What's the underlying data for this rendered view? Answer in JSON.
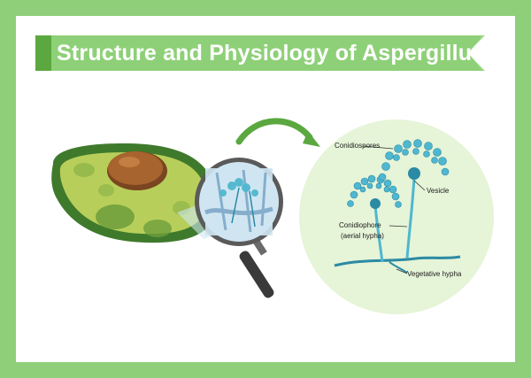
{
  "title": "Structure and Physiology of Aspergillus",
  "labels": {
    "conidiospores": "Conidiospores",
    "vesicle": "Vesicle",
    "conidiophore": "Conidiophore",
    "conidiophore_sub": "(aerial hypha)",
    "vegetative_hypha": "Vegetative hypha"
  },
  "colors": {
    "frame": "#8fcf7a",
    "banner_dark": "#5aa83f",
    "banner_light": "#9fd98a",
    "fungus": "#4fb7cf",
    "fungus_dark": "#2b8aa4",
    "circle_bg": "#e6f4d8",
    "avocado_skin": "#3f7a2c",
    "avocado_flesh": "#b7cf5a",
    "seed": "#9a5a2a"
  },
  "icons": {
    "magnifier": "magnifying-glass-icon",
    "arrow": "curved-arrow-icon",
    "avocado": "moldy-avocado-illustration",
    "fungus": "aspergillus-illustration"
  }
}
